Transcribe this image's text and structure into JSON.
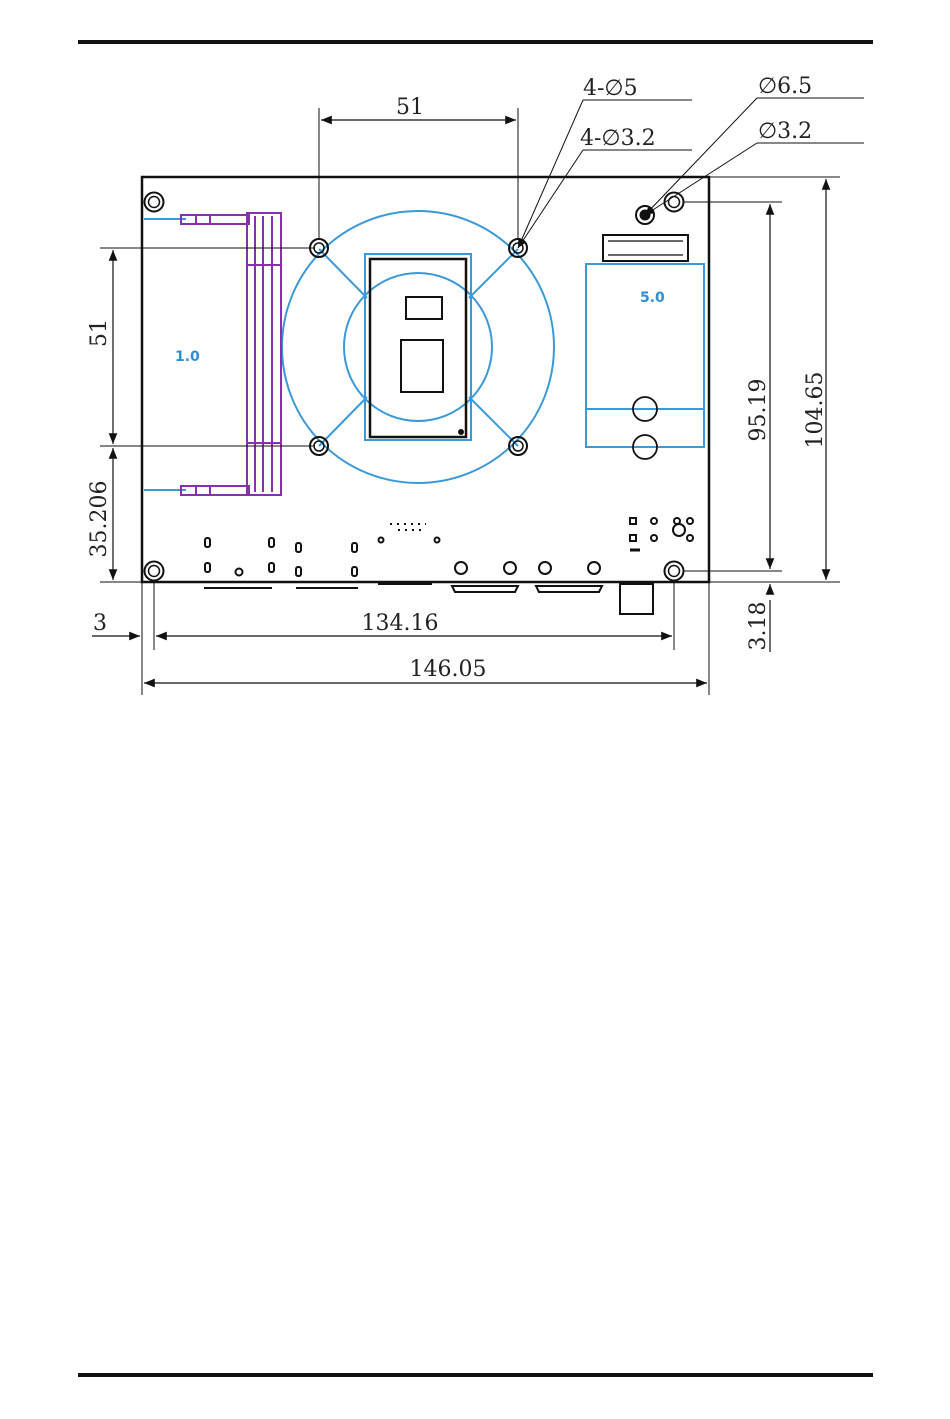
{
  "colors": {
    "outline": "#111111",
    "heatsink_blue": "#3a9ad9",
    "dimm_purple": "#8a2fb0",
    "label_blue": "#2e8fd6"
  },
  "dimensions": {
    "top_width": "51",
    "left_height": "51",
    "left_lower": "35.206",
    "edge_offset": "3",
    "hole_span": "134.16",
    "overall_width": "146.05",
    "hole_height": "95.19",
    "overall_height": "104.65",
    "bottom_offset": "3.18"
  },
  "callouts": {
    "hole_large": "4-∅5",
    "hole_small": "4-∅3.2",
    "mount_large": "∅6.5",
    "mount_small": "∅3.2"
  },
  "component_labels": {
    "dimm": "1.0",
    "m2": "5.0"
  }
}
